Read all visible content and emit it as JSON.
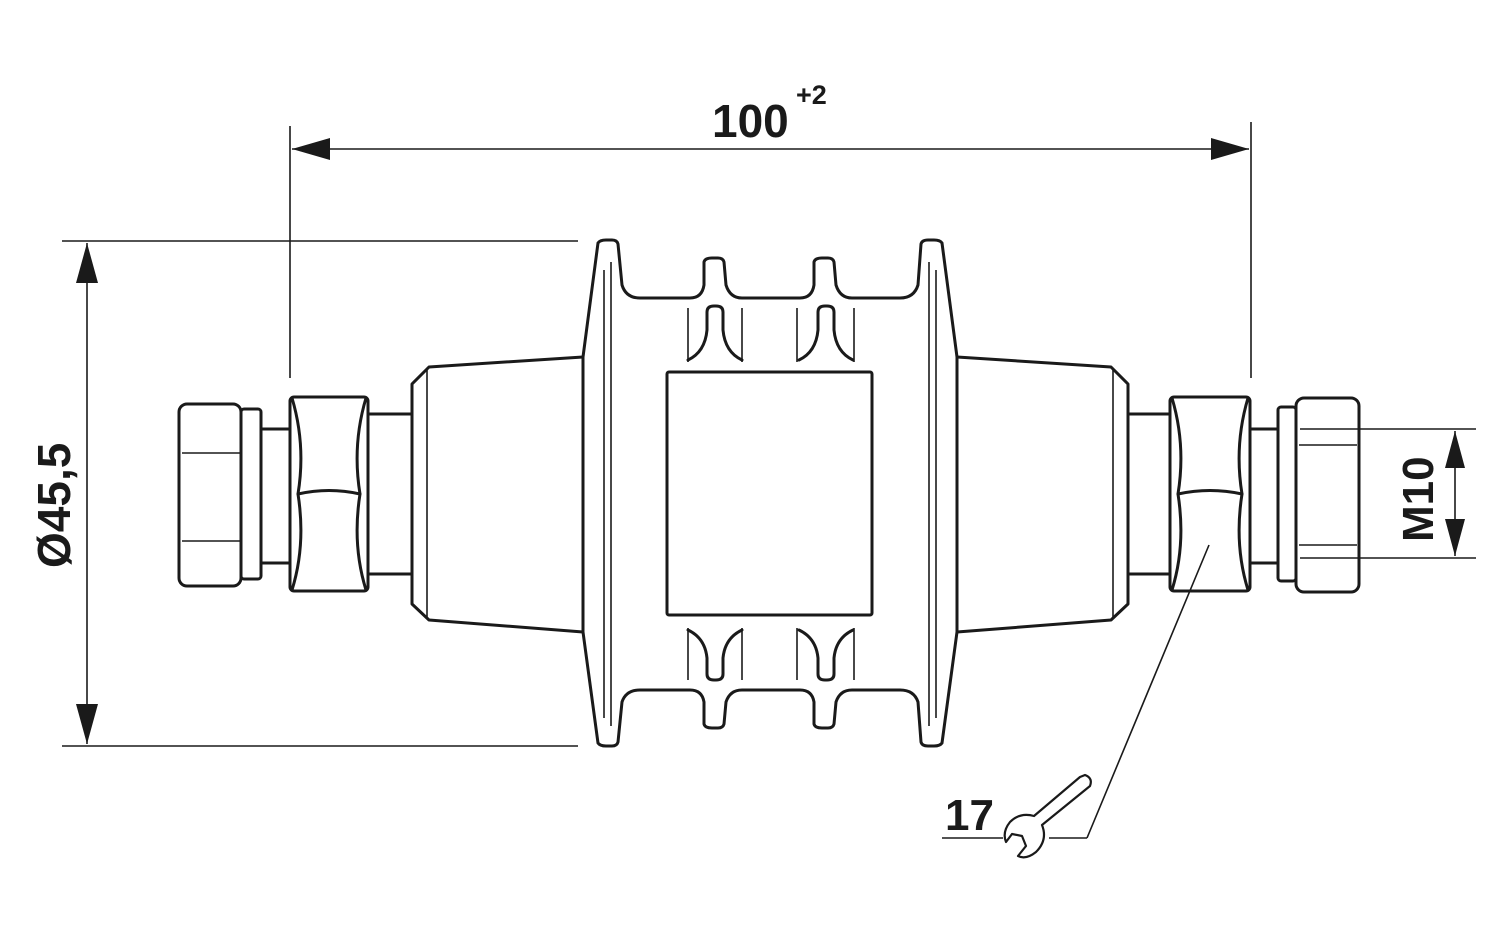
{
  "dimensions": {
    "length": {
      "value": "100",
      "tolerance": "+2"
    },
    "diameter": {
      "value": "Ø45,5"
    },
    "thread": {
      "value": "M10"
    },
    "wrench": {
      "value": "17",
      "icon": "wrench-icon"
    }
  },
  "colors": {
    "line": "#1a1a1a",
    "background": "#ffffff"
  }
}
